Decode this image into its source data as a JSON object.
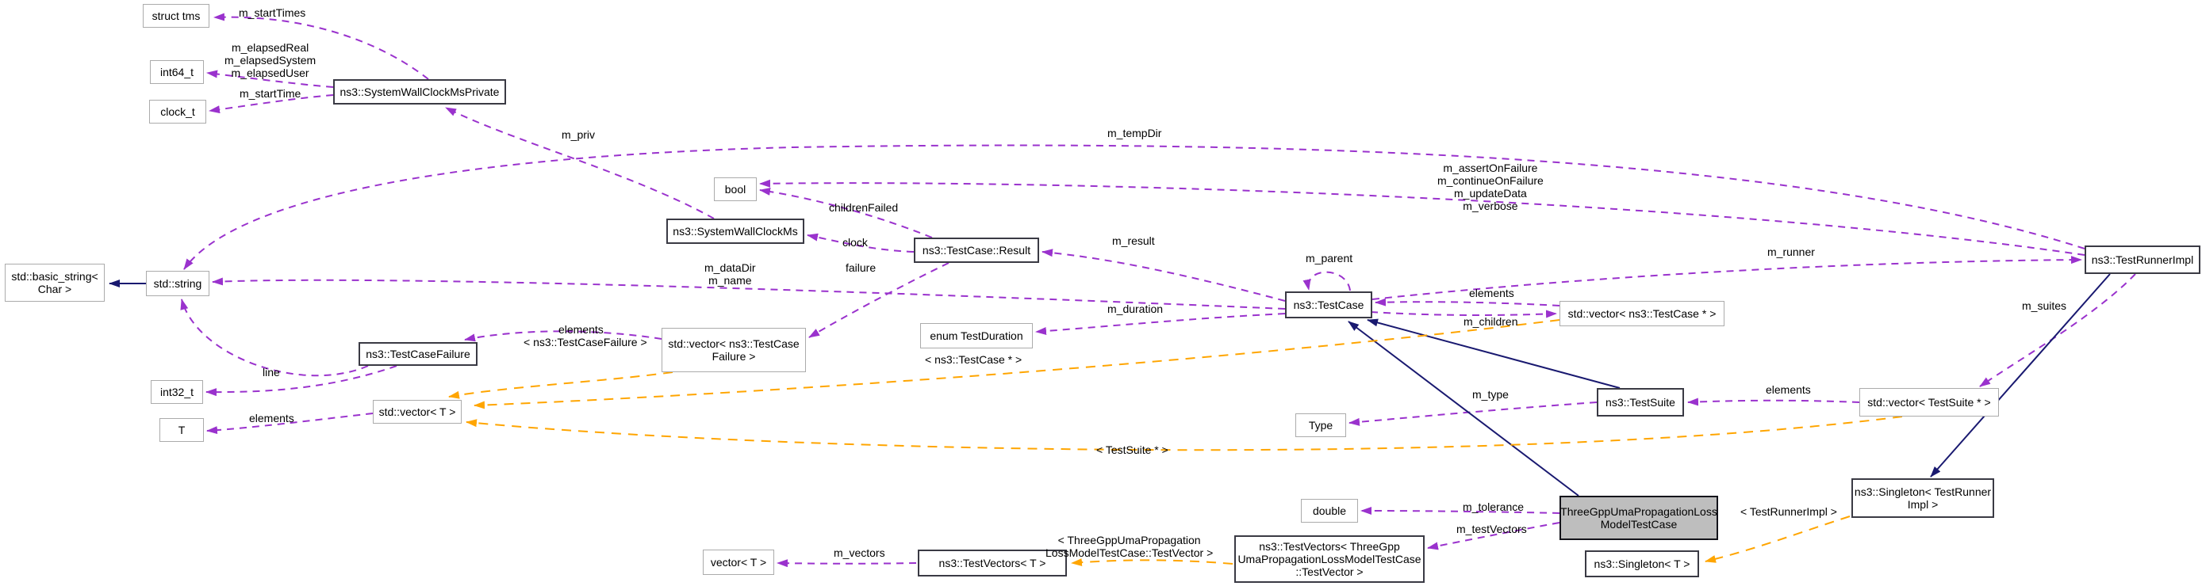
{
  "diagram": {
    "kind": "doxygen-collaboration-graph",
    "colors": {
      "usage_edge": "#9a32cd",
      "template_edge": "#ffa500",
      "inheritance_edge": "#191970",
      "highlight_node_fill": "#bebebe",
      "node_border": "#ababab",
      "bold_node_border": "#3a3a44"
    },
    "nodes": [
      {
        "id": "struct-tms",
        "label": "struct tms"
      },
      {
        "id": "int64-t",
        "label": "int64_t"
      },
      {
        "id": "clock-t",
        "label": "clock_t"
      },
      {
        "id": "system-wall-clock-ms-private",
        "label": "ns3::SystemWallClockMsPrivate"
      },
      {
        "id": "bool",
        "label": "bool"
      },
      {
        "id": "system-wall-clock-ms",
        "label": "ns3::SystemWallClockMs"
      },
      {
        "id": "testcase-result",
        "label": "ns3::TestCase::Result"
      },
      {
        "id": "basic-string",
        "label": "std::basic_string<\nChar >"
      },
      {
        "id": "std-string",
        "label": "std::string"
      },
      {
        "id": "enum-testduration",
        "label": "enum TestDuration"
      },
      {
        "id": "testcase",
        "label": "ns3::TestCase"
      },
      {
        "id": "vector-testcase-ptr",
        "label": "std::vector< ns3::TestCase * >"
      },
      {
        "id": "testcasefailure",
        "label": "ns3::TestCaseFailure"
      },
      {
        "id": "vector-testcasefailure",
        "label": "std::vector< ns3::TestCase\nFailure >"
      },
      {
        "id": "int32-t",
        "label": "int32_t"
      },
      {
        "id": "vector-t",
        "label": "std::vector< T >"
      },
      {
        "id": "t",
        "label": "T"
      },
      {
        "id": "testsuite",
        "label": "ns3::TestSuite"
      },
      {
        "id": "vector-testsuite-ptr",
        "label": "std::vector< TestSuite * >"
      },
      {
        "id": "type",
        "label": "Type"
      },
      {
        "id": "testrunnerimpl",
        "label": "ns3::TestRunnerImpl"
      },
      {
        "id": "singleton-testrunnerimpl",
        "label": "ns3::Singleton< TestRunner\nImpl >"
      },
      {
        "id": "threegpp-uma-testcase",
        "label": "ThreeGppUmaPropagationLoss\nModelTestCase"
      },
      {
        "id": "singleton-t",
        "label": "ns3::Singleton< T >"
      },
      {
        "id": "double",
        "label": "double"
      },
      {
        "id": "testvectors-threegpp",
        "label": "ns3::TestVectors< ThreeGpp\nUmaPropagationLossModelTestCase\n::TestVector >"
      },
      {
        "id": "vector-t-lower",
        "label": "vector< T >"
      },
      {
        "id": "testvectors-t",
        "label": "ns3::TestVectors< T >"
      }
    ],
    "edge_labels": [
      {
        "id": "m-startTimes",
        "text": "m_startTimes"
      },
      {
        "id": "m-elapsed",
        "text": "m_elapsedReal\nm_elapsedSystem\nm_elapsedUser"
      },
      {
        "id": "m-startTime",
        "text": "m_startTime"
      },
      {
        "id": "m-priv",
        "text": "m_priv"
      },
      {
        "id": "m-tempDir",
        "text": "m_tempDir"
      },
      {
        "id": "m-flags",
        "text": "m_assertOnFailure\nm_continueOnFailure\nm_updateData\nm_verbose"
      },
      {
        "id": "childrenFailed",
        "text": "childrenFailed"
      },
      {
        "id": "clock",
        "text": "clock"
      },
      {
        "id": "failure",
        "text": "failure"
      },
      {
        "id": "m-dataDir-name",
        "text": "m_dataDir\nm_name"
      },
      {
        "id": "m-result",
        "text": "m_result"
      },
      {
        "id": "m-duration",
        "text": "m_duration"
      },
      {
        "id": "m-parent",
        "text": "m_parent"
      },
      {
        "id": "elements-testcase-ptr",
        "text": "elements"
      },
      {
        "id": "m-children",
        "text": "m_children"
      },
      {
        "id": "m-runner",
        "text": "m_runner"
      },
      {
        "id": "m-suites",
        "text": "m_suites"
      },
      {
        "id": "elements-testsuite-ptr",
        "text": "elements"
      },
      {
        "id": "m-type",
        "text": "m_type"
      },
      {
        "id": "elements-testcasefailure",
        "text": "elements"
      },
      {
        "id": "tpl-testcasefailure",
        "text": "< ns3::TestCaseFailure >"
      },
      {
        "id": "tpl-testcase-ptr",
        "text": "< ns3::TestCase * >"
      },
      {
        "id": "tpl-testsuite-ptr",
        "text": "< TestSuite * >"
      },
      {
        "id": "elements-t",
        "text": "elements"
      },
      {
        "id": "line",
        "text": "line"
      },
      {
        "id": "m-tolerance",
        "text": "m_tolerance"
      },
      {
        "id": "m-testVectors",
        "text": "m_testVectors"
      },
      {
        "id": "tpl-testrunnerimpl",
        "text": "< TestRunnerImpl >"
      },
      {
        "id": "m-vectors",
        "text": "m_vectors"
      },
      {
        "id": "tpl-testvector",
        "text": "< ThreeGppUmaPropagation\nLossModelTestCase::TestVector >"
      }
    ]
  }
}
